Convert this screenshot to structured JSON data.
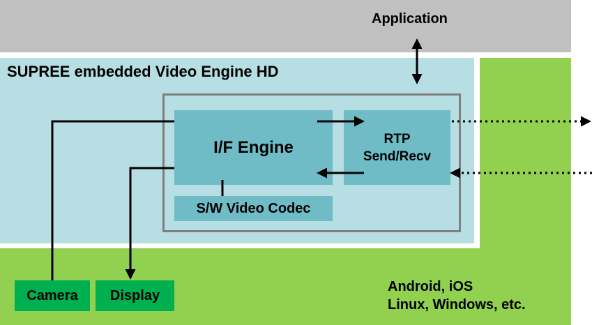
{
  "application": {
    "label": "Application"
  },
  "engine": {
    "title": "SUPREE embedded Video Engine HD"
  },
  "modules": {
    "if_engine": "I/F Engine",
    "rtp_line1": "RTP",
    "rtp_line2": "Send/Recv",
    "sw_codec": "S/W Video Codec"
  },
  "devices": {
    "camera": "Camera",
    "display": "Display"
  },
  "platform": {
    "line1": "Android, iOS",
    "line2": "Linux, Windows, etc."
  },
  "colors": {
    "app_layer": "#c0c0c0",
    "platform_layer": "#92d050",
    "engine_layer": "#b7dee2",
    "module": "#6fbcc6",
    "device": "#00b050",
    "frame": "#7f7f7f"
  }
}
